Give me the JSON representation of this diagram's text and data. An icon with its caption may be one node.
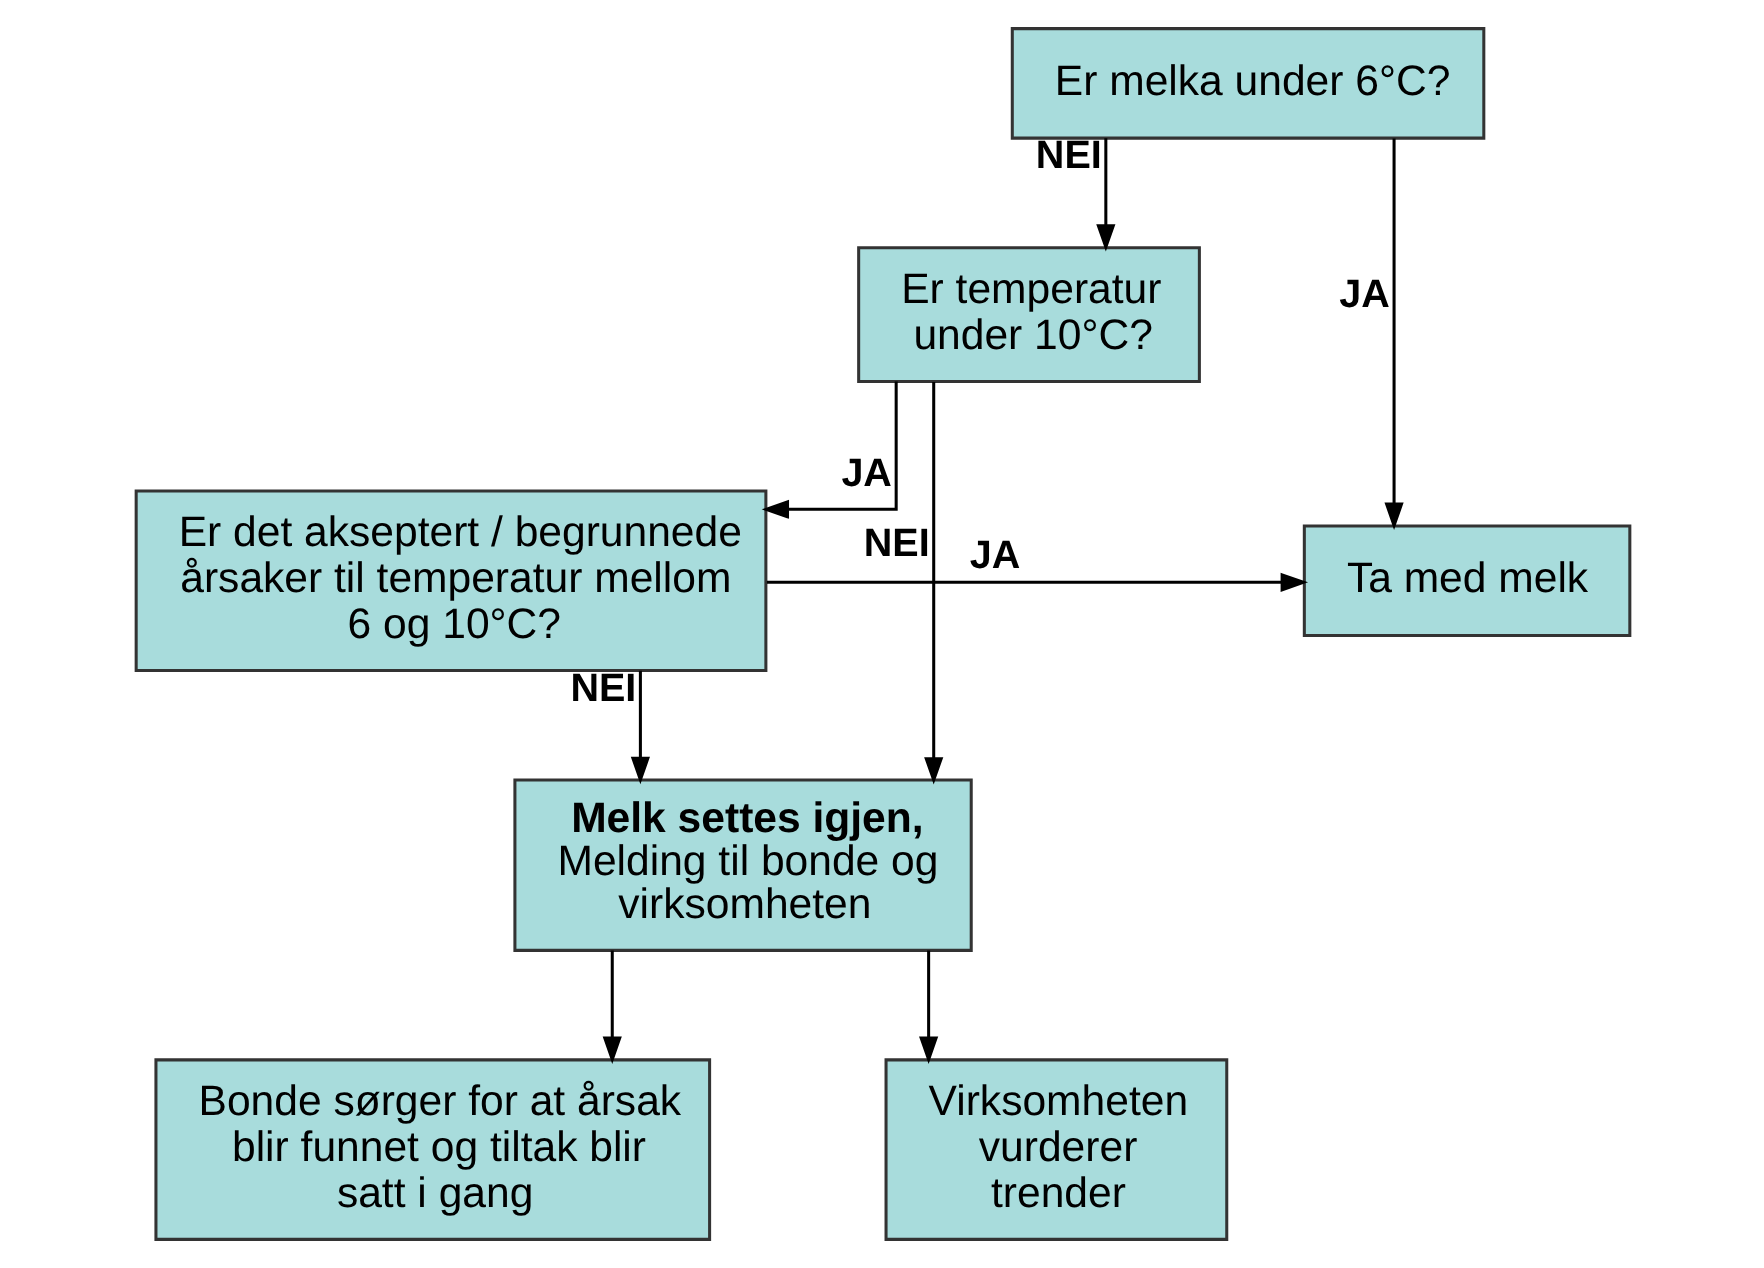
{
  "diagram": {
    "nodes": [
      {
        "text": [
          "Er melka under 6°C?"
        ]
      },
      {
        "text": [
          "Er temperatur under 10°C?"
        ]
      },
      {
        "text": [
          "Ta med melk"
        ]
      },
      {
        "text": [
          "Er det akseptert / begrunnede årsaker til temperatur mellom 6 og 10°C?"
        ]
      },
      {
        "text": [
          "Melk settes igjen,",
          "Melding til bonde og virksomheten"
        ]
      },
      {
        "text": [
          "Bonde sørger for at årsak blir funnet og tiltak blir satt i gang"
        ]
      },
      {
        "text": [
          "Virksomheten vurderer trender"
        ]
      }
    ],
    "edges": [
      {
        "from": 0,
        "to": 2,
        "arrow": "to",
        "label": "JA"
      },
      {
        "from": 0,
        "to": 1,
        "arrow": "to",
        "label": "NEI"
      },
      {
        "from": 1,
        "to": 3,
        "arrow": "to",
        "label": "JA"
      },
      {
        "from": 1,
        "to": 4,
        "arrow": "to",
        "label": "NEI"
      },
      {
        "from": 3,
        "to": 2,
        "arrow": "to",
        "label": "JA"
      },
      {
        "from": 3,
        "to": 4,
        "arrow": "to",
        "label": "NEI"
      },
      {
        "from": 4,
        "to": 5,
        "arrow": "to"
      },
      {
        "from": 4,
        "to": 6,
        "arrow": "to"
      }
    ]
  }
}
